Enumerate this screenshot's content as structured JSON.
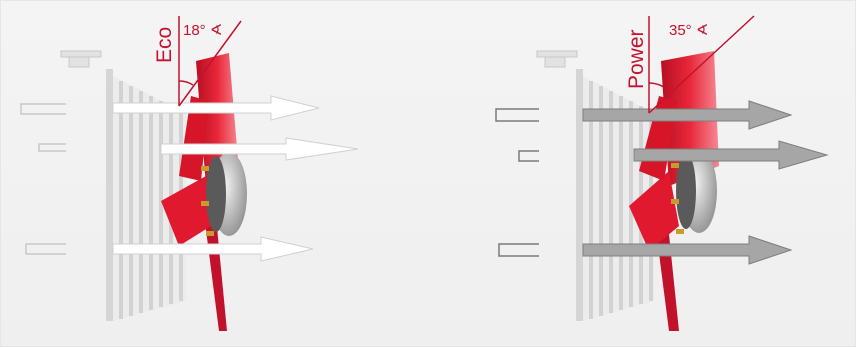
{
  "colors": {
    "accent": "#c4122f",
    "blade": "#e0192e",
    "grill": "#d8d8d8",
    "arrow_eco": "#ffffff",
    "arrow_power": "#a3a3a3"
  },
  "eco": {
    "mode_label": "Eco",
    "angle_label": "18° ∢",
    "angle_deg": 18
  },
  "power": {
    "mode_label": "Power",
    "angle_label": "35° ∢",
    "angle_deg": 35
  }
}
